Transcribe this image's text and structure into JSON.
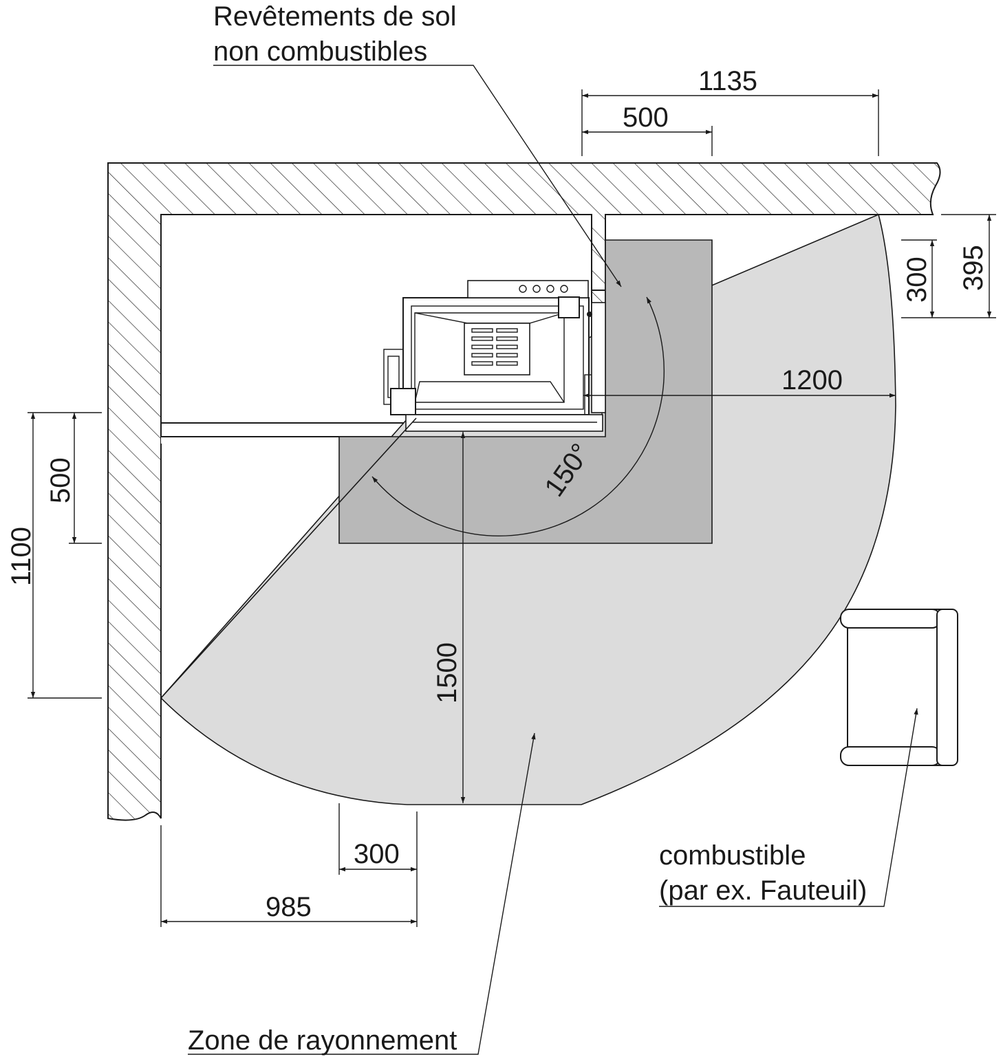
{
  "labels": {
    "floor_covering_line1": "Revêtements de sol",
    "floor_covering_line2": "non combustibles",
    "combustible_line1": "combustible",
    "combustible_line2": "(par ex. Fauteuil)",
    "radiation_zone": "Zone de rayonnement"
  },
  "dimensions": {
    "top_total": "1135",
    "top_partial": "500",
    "right_outer": "395",
    "right_inner": "300",
    "radius_side": "1200",
    "angle": "150°",
    "radius_front": "1500",
    "left_outer": "1100",
    "left_inner": "500",
    "bottom_inner": "300",
    "bottom_outer": "985"
  },
  "colors": {
    "wall_hatch": "#1a1a1a",
    "radiation_zone_fill": "#dcdcdc",
    "floor_plate_fill": "#b8b8b8",
    "line": "#1a1a1a"
  }
}
